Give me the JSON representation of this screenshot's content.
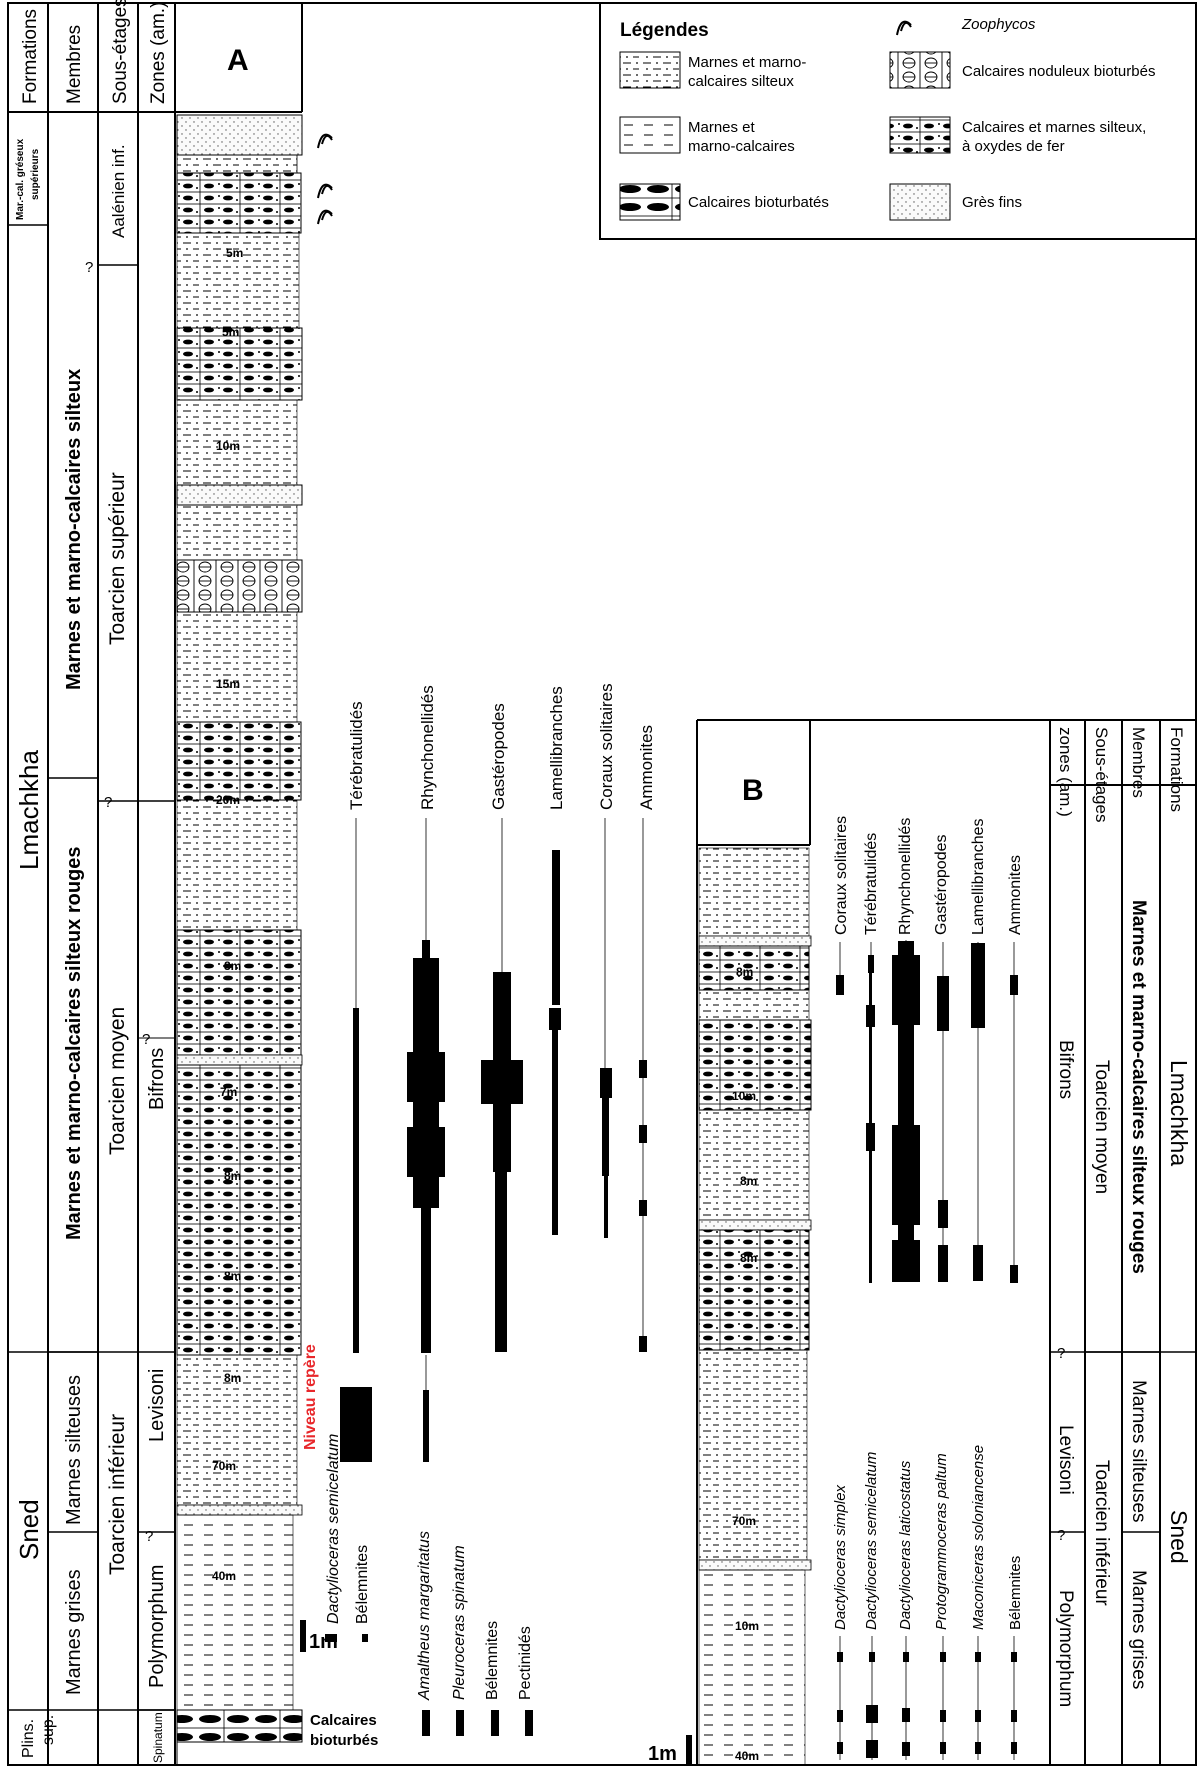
{
  "column_A": {
    "title": "A",
    "headers": [
      "Formations",
      "Membres",
      "Sous-étages",
      "Zones (am.)"
    ],
    "formations": [
      "Lmachkha",
      "Sned",
      "Mar.-cal. gréseux",
      "supérieurs",
      "Plins.",
      "sup."
    ],
    "membres": [
      "Marnes et marno-calcaires silteux",
      "Marnes et marno-calcaires silteux rouges",
      "Marnes silteuses",
      "Marnes grises"
    ],
    "sous_etages": [
      "Aalénien inf.",
      "Toarcien supérieur",
      "Toarcien moyen",
      "Toarcien inférieur"
    ],
    "zones": [
      "Bifrons",
      "Levisoni",
      "Polymorphum",
      "Spinatum"
    ],
    "thicknesses": [
      "5m",
      "5m",
      "10m",
      "15m",
      "20m",
      "8m",
      "7m",
      "8m",
      "8m",
      "8m",
      "70m",
      "40m"
    ],
    "fauna": [
      "Térébratulidés",
      "Rhynchonellidés",
      "Gastéropodes",
      "Lamellibranches",
      "Coraux solitaires",
      "Ammonites"
    ],
    "marker_bed": "Niveau repère",
    "bottom_taxa": [
      "Dactylioceras semicelatum",
      "Bélemnites",
      "Amaltheus margaritatus",
      "Pleuroceras spinatum",
      "Bélemnites",
      "Pectinidés"
    ],
    "scale": "1m",
    "base_lithology": [
      "Calcaires",
      "bioturbés"
    ]
  },
  "legend": {
    "title": "Légendes",
    "items": [
      {
        "label_lines": [
          "Marnes et marno-",
          "calcaires silteux"
        ],
        "pattern": "silty-marl"
      },
      {
        "label_lines": [
          "Marnes et",
          "marno-calcaires"
        ],
        "pattern": "marl"
      },
      {
        "label_lines": [
          "Calcaires bioturbatés"
        ],
        "pattern": "bioturbated"
      },
      {
        "label_lines": [
          "Zoophycos"
        ],
        "pattern": "zoophycos"
      },
      {
        "label_lines": [
          "Calcaires noduleux bioturbés"
        ],
        "pattern": "nodular"
      },
      {
        "label_lines": [
          "Calcaires et marnes silteux,",
          "à oxydes de fer"
        ],
        "pattern": "iron"
      },
      {
        "label_lines": [
          "Grès fins"
        ],
        "pattern": "sandstone"
      }
    ]
  },
  "column_B": {
    "title": "B",
    "headers": [
      "zones (am.)",
      "Sous-étages",
      "Membres",
      "Formations"
    ],
    "zones": [
      "Bifrons",
      "Levisoni",
      "Polymorphum"
    ],
    "sous_etages": [
      "Toarcien moyen",
      "Toarcien inférieur"
    ],
    "membres": [
      "Marnes et marno-calcaires silteux rouges",
      "Marnes silteuses",
      "Marnes grises"
    ],
    "formations": [
      "Lmachkha",
      "Sned"
    ],
    "thicknesses": [
      "8m",
      "10m",
      "8m",
      "8m",
      "70m",
      "10m",
      "40m"
    ],
    "fauna": [
      "Coraux solitaires",
      "Térébratulidés",
      "Rhynchonellidés",
      "Gastéropodes",
      "Lamellibranches",
      "Ammonites"
    ],
    "bottom_taxa": [
      "Dactylioceras simplex",
      "Dactylioceras semicelatum",
      "Dactylioceras laticostatus",
      "Protogrammoceras paltum",
      "Maconiceras soloniancense",
      "Bélemnites"
    ],
    "scale": "1m"
  },
  "question_mark": "?",
  "colors": {
    "line": "#000000",
    "marker": "#e8262a",
    "band": "#ececec"
  }
}
